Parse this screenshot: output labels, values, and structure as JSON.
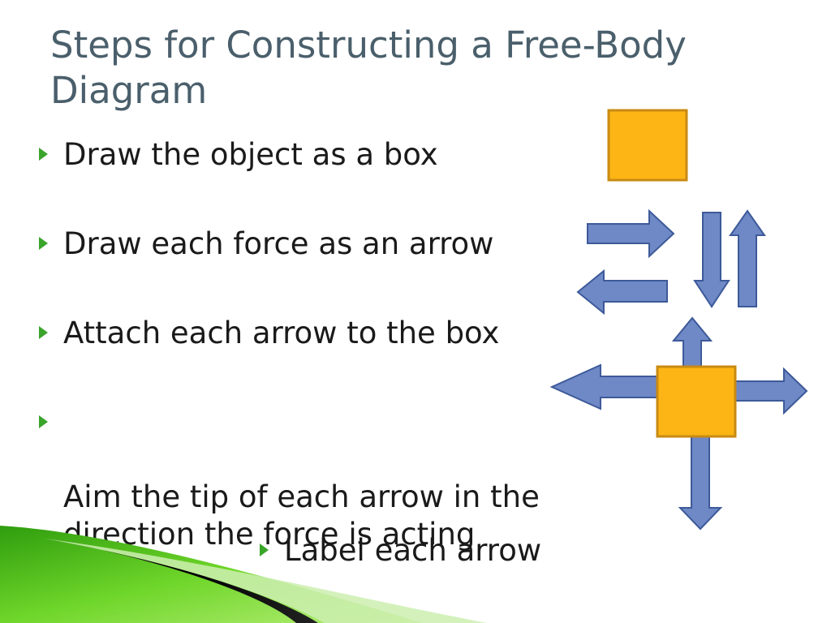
{
  "slide": {
    "title": "Steps for Constructing a Free-Body Diagram",
    "bullets": [
      "Draw the object as a box",
      "Draw each force as an arrow",
      "Attach each arrow to the box",
      "Aim the tip of each arrow in the\ndirection the force is acting",
      "Label each arrow"
    ]
  },
  "colors": {
    "title": "#4a5f6b",
    "bullet_marker": "#3aa42b",
    "box_fill": "#fdb515",
    "box_border": "#c88a12",
    "arrow_fill": "#6f88c6",
    "arrow_border": "#3d5a99",
    "accent_green": "#55c81f"
  },
  "icons": {
    "bullet": "triangle-right-icon",
    "arrows": [
      "arrow-right-icon",
      "arrow-left-icon",
      "arrow-down-icon",
      "arrow-up-icon"
    ]
  }
}
